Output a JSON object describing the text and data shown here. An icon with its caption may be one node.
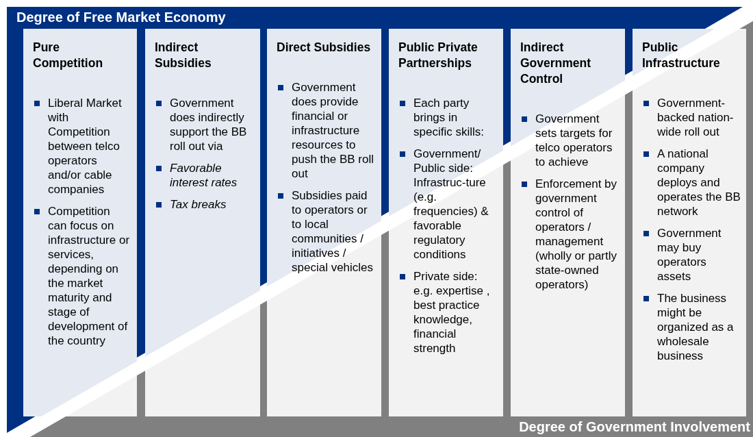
{
  "diagram": {
    "title": "Degree of Free Market Economy",
    "nodes": [
      {
        "text": [
          "Pure Competition",
          "Liberal Market with Competition between telco operators and/or cable companies",
          "Competition can focus on infrastructure or services, depending on the market maturity and stage of development of the country"
        ]
      },
      {
        "text": [
          "Indirect Subsidies",
          "Government does indirectly support the BB roll out via",
          "*Favorable interest rates*",
          "*Tax breaks*"
        ]
      },
      {
        "text": [
          "Direct Subsidies",
          "Government does provide financial or infrastructure resources to push the BB roll out",
          "Subsidies paid to operators or to local communities / initiatives / special vehicles"
        ]
      },
      {
        "text": [
          "Public Private Partnerships",
          "Each party brings in specific skills:",
          "Government/ Public side: Infrastruc-ture (e.g. frequencies) & favorable regulatory conditions",
          "Private side: e.g. expertise , best practice knowledge, financial strength"
        ]
      },
      {
        "text": [
          "Indirect Government Control",
          "Government sets targets for telco operators to achieve",
          "Enforcement by government control of operators / management (wholly or partly state-owned operators)"
        ]
      },
      {
        "text": [
          "Public Infrastructure",
          "Government-backed nation-wide roll out",
          "A national company deploys and operates the BB network",
          "Government may buy operators assets",
          "The business might be organized as a wholesale business"
        ]
      }
    ],
    "labels": [
      "Degree of Government Involvement"
    ]
  }
}
